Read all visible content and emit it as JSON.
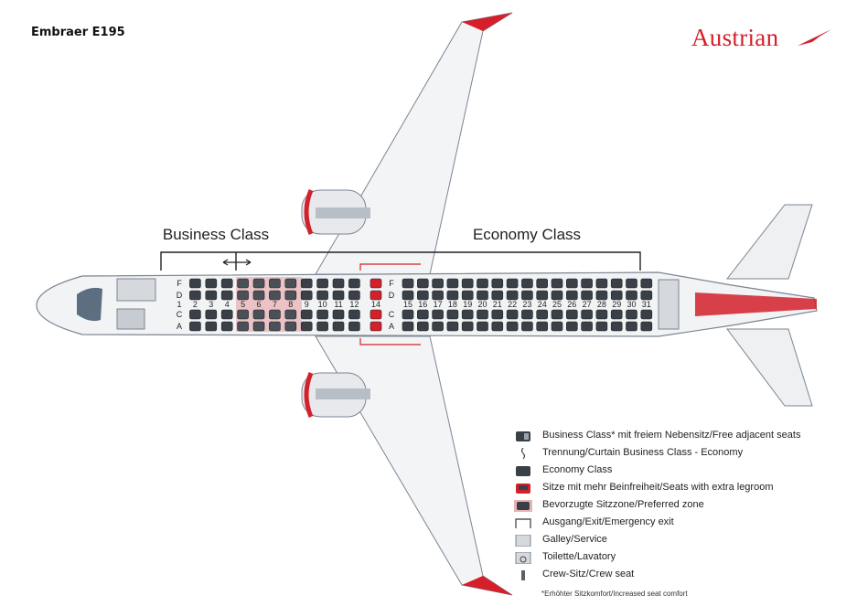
{
  "header": {
    "title": "Embraer E195",
    "brand": "Austrian"
  },
  "cabin": {
    "business_label": "Business Class",
    "economy_label": "Economy Class",
    "business_rows": [
      "1",
      "2",
      "3",
      "4",
      "5",
      "6",
      "7",
      "8",
      "9",
      "10",
      "11",
      "12"
    ],
    "economy_rows": [
      "14",
      "15",
      "16",
      "17",
      "18",
      "19",
      "20",
      "21",
      "22",
      "23",
      "24",
      "25",
      "26",
      "27",
      "28",
      "29",
      "30",
      "31"
    ],
    "seat_letters_top": [
      "F",
      "D"
    ],
    "seat_letters_bottom": [
      "C",
      "A"
    ]
  },
  "legend": [
    {
      "icon": "business-seat-icon",
      "label": "Business Class* mit freiem Nebensitz/Free adjacent seats"
    },
    {
      "icon": "curtain-icon",
      "label": "Trennung/Curtain Business Class - Economy"
    },
    {
      "icon": "economy-seat-icon",
      "label": "Economy Class"
    },
    {
      "icon": "extra-legroom-seat-icon",
      "label": "Sitze mit mehr Beinfreiheit/Seats with extra legroom"
    },
    {
      "icon": "preferred-zone-icon",
      "label": "Bevorzugte Sitzzone/Preferred zone"
    },
    {
      "icon": "exit-icon",
      "label": "Ausgang/Exit/Emergency exit"
    },
    {
      "icon": "galley-icon",
      "label": "Galley/Service"
    },
    {
      "icon": "lavatory-icon",
      "label": "Toilette/Lavatory"
    },
    {
      "icon": "crew-seat-icon",
      "label": "Crew-Sitz/Crew seat"
    }
  ],
  "footnote": "*Erhöhter Sitzkomfort/Increased seat comfort",
  "colors": {
    "brand_red": "#d3202a",
    "seat_dark": "#3a4048",
    "preferred_zone": "#e8b3b7",
    "fuselage": "#f2f3f5"
  }
}
